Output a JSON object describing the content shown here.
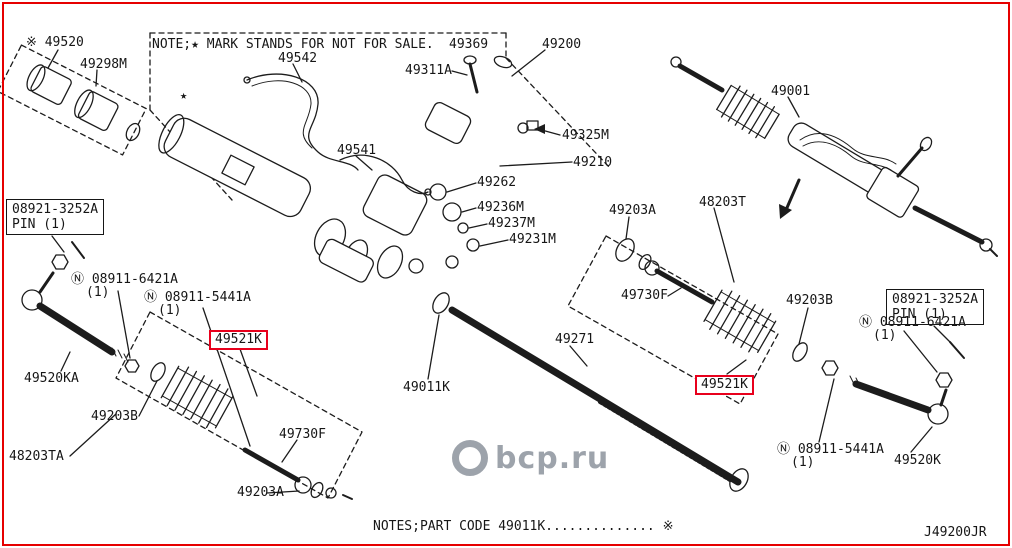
{
  "colors": {
    "frame_border": "#e60000",
    "highlight_box": "#e8001c",
    "line_art": "#1c1c1c",
    "watermark": "#8d949d"
  },
  "note_header": "NOTE;★ MARK STANDS FOR NOT FOR SALE.",
  "notes_footer": "NOTES;PART CODE 49011K.............. ※",
  "diagram_code": "J49200JR",
  "watermark_text": "bcp.ru",
  "star": "★",
  "parts": {
    "p49520": "※ 49520",
    "p49298M": "49298M",
    "p49369": "49369",
    "p49542": "49542",
    "p49311A": "49311A",
    "p49200": "49200",
    "p49001": "49001",
    "p49325M": "49325M",
    "p49541": "49541",
    "p49210": "49210",
    "p49262": "49262",
    "p49236M": "49236M",
    "p49237M": "49237M",
    "p49231M": "49231M",
    "pin_part": "08921-3252A",
    "pin_label": "PIN (1)",
    "nut6421": "Ⓝ 08911-6421A",
    "nut5441": "Ⓝ 08911-5441A",
    "qty1": "(1)",
    "p49521K": "49521K",
    "p49203B": "49203B",
    "p48203TA": "48203TA",
    "p49730F": "49730F",
    "p49203A": "49203A",
    "p49011K": "49011K",
    "p49271": "49271",
    "p48203T": "48203T",
    "p49520K": "49520K",
    "p49520KA": "49520KA"
  }
}
